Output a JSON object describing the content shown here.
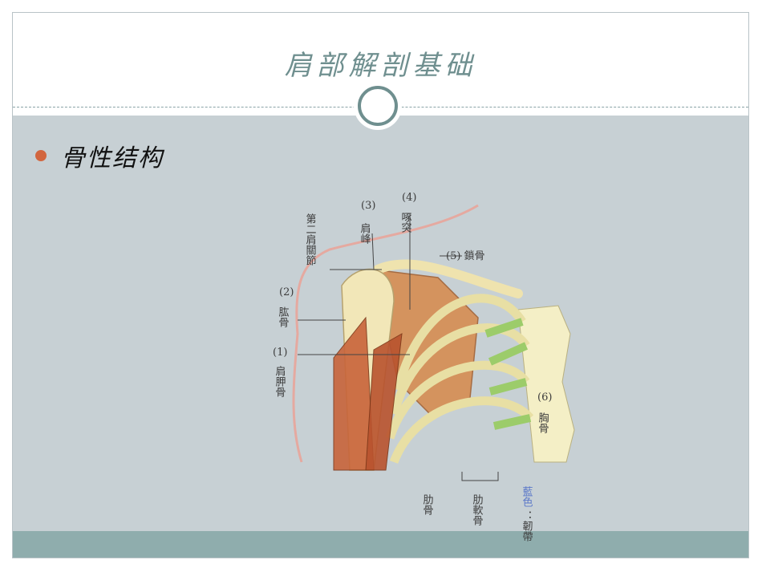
{
  "slide": {
    "title": "肩部解剖基础",
    "bullet": "骨性结构"
  },
  "figure": {
    "labels": {
      "humerus_num": "(2)",
      "humerus_name": "肱骨",
      "scapula_num": "(1)",
      "scapula_name": "肩胛骨",
      "second_joint": "第二肩關節",
      "acromion_num": "(3)",
      "acromion_name": "肩峰",
      "coracoid_num": "(4)",
      "coracoid_name": "啄突",
      "clavicle": "(5) 鎖骨",
      "sternum_num": "(6)",
      "sternum_name": "胸骨",
      "rib": "肋骨",
      "costal_cartilage": "肋軟骨",
      "blue_note": "藍色",
      "ligament_note": "：韌帶"
    }
  },
  "colors": {
    "accent": "#d2663f",
    "title": "#6f8f8f",
    "content_bg": "#c7d0d4",
    "footer": "#8fadad"
  }
}
